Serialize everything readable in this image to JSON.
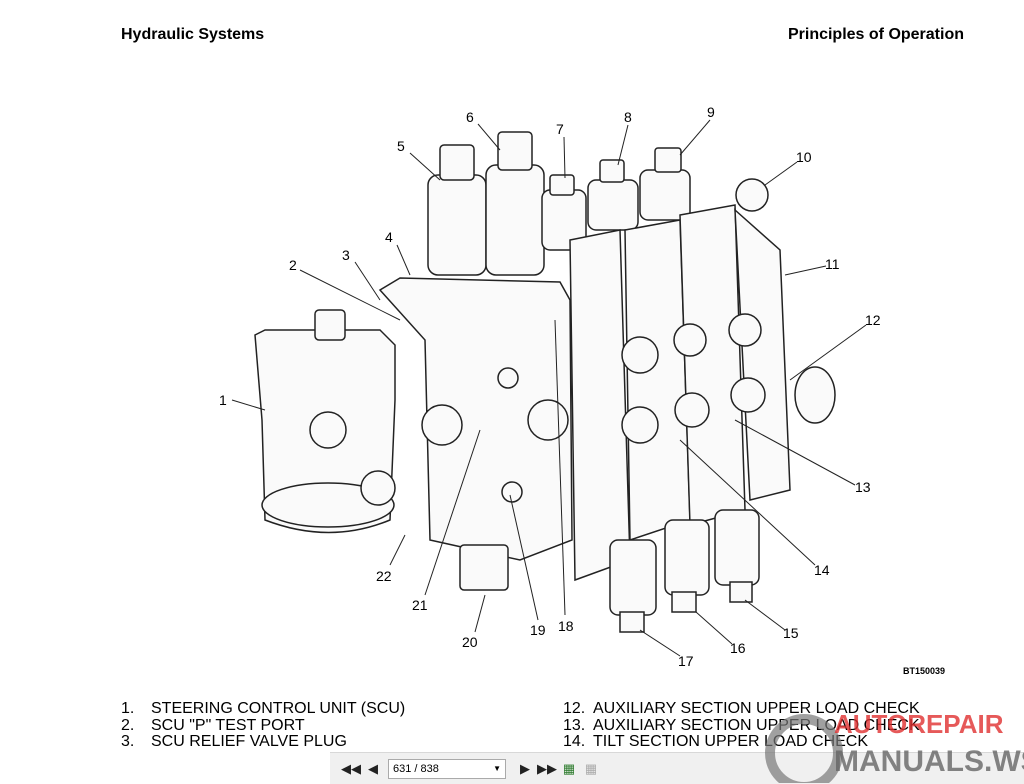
{
  "header": {
    "left": "Hydraulic Systems",
    "right": "Principles of Operation"
  },
  "figure": {
    "id": "BT150039",
    "callouts": [
      "1",
      "2",
      "3",
      "4",
      "5",
      "6",
      "7",
      "8",
      "9",
      "10",
      "11",
      "12",
      "13",
      "14",
      "15",
      "16",
      "17",
      "18",
      "19",
      "20",
      "21",
      "22"
    ]
  },
  "legend": {
    "left": [
      {
        "num": "1.",
        "text": "STEERING CONTROL UNIT (SCU)"
      },
      {
        "num": "2.",
        "text": "SCU \"P\" TEST PORT"
      },
      {
        "num": "3.",
        "text": "SCU RELIEF VALVE PLUG"
      }
    ],
    "right": [
      {
        "num": "12.",
        "text": "AUXILIARY SECTION UPPER LOAD CHECK"
      },
      {
        "num": "13.",
        "text": "AUXILIARY SECTION UPPER LOAD CHECK"
      },
      {
        "num": "14.",
        "text": "TILT SECTION UPPER LOAD CHECK"
      }
    ]
  },
  "toolbar": {
    "page_value": "631 / 838",
    "icons": [
      "first-page-icon",
      "prev-page-icon",
      "next-page-icon",
      "last-page-icon",
      "table-icon",
      "table-disabled-icon"
    ]
  },
  "watermark": {
    "line1": "AUTOREPAIR",
    "line2": "MANUALS.WS",
    "color": "#e03030"
  }
}
